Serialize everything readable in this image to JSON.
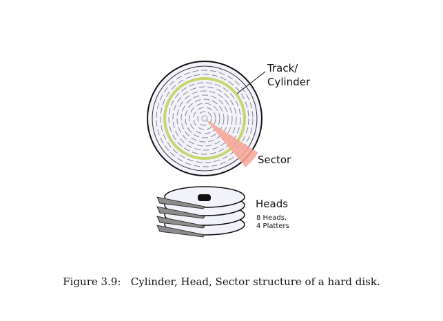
{
  "labels": {
    "track": "Track/",
    "cylinder": "Cylinder",
    "sector": "Sector",
    "heads": "Heads",
    "heads_count": "8 Heads,",
    "platters_count": "4 Platters"
  },
  "caption": {
    "figure_number": "Figure 3.9:",
    "text": "Cylinder, Head, Sector structure of a hard disk."
  },
  "colors": {
    "platter_fill": "#f2f2fa",
    "highlight_track": "#c8d46e",
    "sector": "#f7a597",
    "arm": "#8c8c8c",
    "outline": "#111111"
  }
}
